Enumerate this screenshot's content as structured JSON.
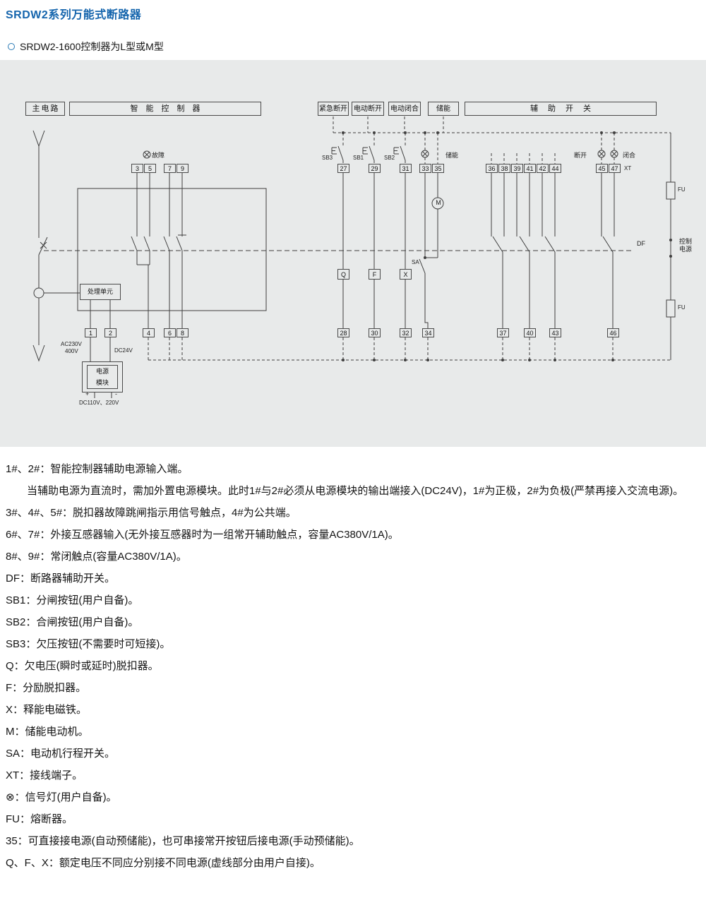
{
  "page": {
    "title": "SRDW2系列万能式断路器",
    "subtitle": "SRDW2-1600控制器为L型或M型"
  },
  "colors": {
    "title_blue": "#1565ad",
    "diagram_background": "#e8eaea",
    "line_color": "#3f3f3f"
  },
  "diagram": {
    "headers": {
      "main_circuit": "主电路",
      "controller": "智能控制器",
      "emergency_open": "紧急断开",
      "motor_open": "电动断开",
      "motor_close": "电动闭合",
      "energy_storage": "储能",
      "aux_switch": "辅助开关"
    },
    "labels": {
      "fault": "故障",
      "sb3": "SB3",
      "sb1": "SB1",
      "sb2": "SB2",
      "energy_storage_lamp": "储能",
      "open_lamp": "断开",
      "close_lamp": "闭合",
      "xt": "XT",
      "fu_top": "FU",
      "fu_bottom": "FU",
      "df": "DF",
      "control_power_line1": "控制",
      "control_power_line2": "电源",
      "sa": "SA",
      "m": "M",
      "q": "Q",
      "f": "F",
      "x": "X",
      "processing_unit": "处理单元",
      "power_module_line1": "电源",
      "power_module_line2": "模块",
      "ac_voltage_line1": "AC230V",
      "ac_voltage_line2": "400V",
      "dc24": "DC24V",
      "dc110": "DC110V、220V",
      "plus": "+",
      "minus": "-"
    },
    "terminals": {
      "t1": "1",
      "t2": "2",
      "t3": "3",
      "t4": "4",
      "t5": "5",
      "t6": "6",
      "t7": "7",
      "t8": "8",
      "t9": "9",
      "t27": "27",
      "t28": "28",
      "t29": "29",
      "t30": "30",
      "t31": "31",
      "t32": "32",
      "t33": "33",
      "t34": "34",
      "t35": "35",
      "t36": "36",
      "t37": "37",
      "t38": "38",
      "t39": "39",
      "t40": "40",
      "t41": "41",
      "t42": "42",
      "t43": "43",
      "t44": "44",
      "t45": "45",
      "t46": "46",
      "t47": "47"
    }
  },
  "notes": [
    "1#、2#：智能控制器辅助电源输入端。",
    "当辅助电源为直流时，需加外置电源模块。此时1#与2#必须从电源模块的输出端接入(DC24V)，1#为正极，2#为负极(严禁再接入交流电源)。",
    "3#、4#、5#：脱扣器故障跳闸指示用信号触点，4#为公共端。",
    "6#、7#：外接互感器输入(无外接互感器时为一组常开辅助触点，容量AC380V/1A)。",
    "8#、9#：常闭触点(容量AC380V/1A)。",
    "DF：断路器辅助开关。",
    "SB1：分闸按钮(用户自备)。",
    "SB2：合闸按钮(用户自备)。",
    "SB3：欠压按钮(不需要时可短接)。",
    "Q：欠电压(瞬时或延时)脱扣器。",
    "F：分励脱扣器。",
    "X：释能电磁铁。",
    "M：储能电动机。",
    "SA：电动机行程开关。",
    "XT：接线端子。",
    "⊗：信号灯(用户自备)。",
    "FU：熔断器。",
    "35：可直接接电源(自动预储能)，也可串接常开按钮后接电源(手动预储能)。",
    "Q、F、X：额定电压不同应分别接不同电源(虚线部分由用户自接)。"
  ]
}
